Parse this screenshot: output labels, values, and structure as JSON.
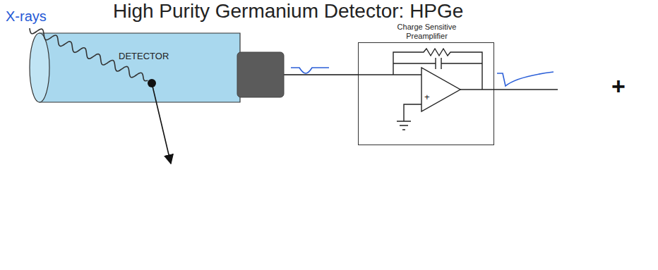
{
  "diagram": {
    "title": "High Purity Germanium Detector: HPGe",
    "nodes": [
      {
        "text": [
          "DETECTOR"
        ]
      },
      {
        "text": [
          "Charge Sensitive Preamplifier"
        ]
      }
    ],
    "edges": [
      {
        "from": 0,
        "to": 1,
        "arrow": "none"
      }
    ],
    "labels": [
      "X-rays",
      "+",
      "+"
    ]
  }
}
